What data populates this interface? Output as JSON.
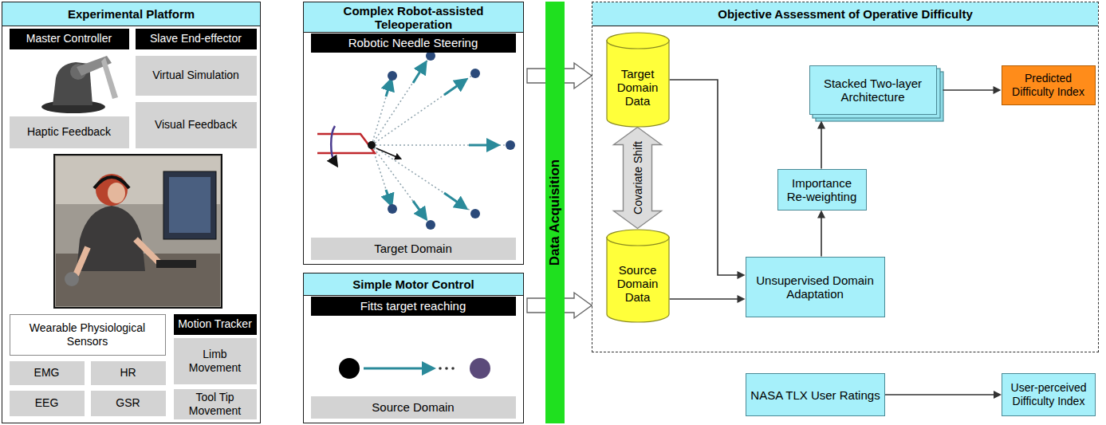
{
  "diagram": {
    "nodes": [
      {
        "text": [
          "Experimental Platform"
        ]
      },
      {
        "text": [
          "Master Controller"
        ],
        "in": 0
      },
      {
        "text": [
          "Slave End-effector"
        ],
        "in": 0
      },
      {
        "text": [
          "Haptic Feedback"
        ],
        "in": 0
      },
      {
        "text": [
          "Virtual Simulation"
        ],
        "in": 0
      },
      {
        "text": [
          "Visual Feedback"
        ],
        "in": 0
      },
      {
        "text": [
          "Wearable Physiological Sensors"
        ],
        "in": 0
      },
      {
        "text": [
          "Motion Tracker"
        ],
        "in": 0
      },
      {
        "text": [
          "EMG"
        ],
        "in": 0
      },
      {
        "text": [
          "HR"
        ],
        "in": 0
      },
      {
        "text": [
          "Limb Movement"
        ],
        "in": 0
      },
      {
        "text": [
          "EEG"
        ],
        "in": 0
      },
      {
        "text": [
          "GSR"
        ],
        "in": 0
      },
      {
        "text": [
          "Tool Tip Movement"
        ],
        "in": 0
      },
      {
        "text": [
          "Complex Robot-assisted Teleoperation"
        ]
      },
      {
        "text": [
          "Robotic Needle Steering"
        ],
        "in": 14
      },
      {
        "text": [
          "Target Domain"
        ],
        "in": 14
      },
      {
        "text": [
          "Simple Motor Control"
        ]
      },
      {
        "text": [
          "Fitts target reaching"
        ],
        "in": 17
      },
      {
        "text": [
          "Source Domain"
        ],
        "in": 17
      },
      {
        "text": [
          "Data Acquisition"
        ]
      },
      {
        "text": [
          "Objective Assessment of Operative Difficulty"
        ]
      },
      {
        "text": [
          "Target Domain Data"
        ],
        "in": 21
      },
      {
        "text": [
          "Stacked Two-layer Architecture"
        ],
        "in": 21
      },
      {
        "text": [
          "Predicted Difficulty Index"
        ],
        "in": 21
      },
      {
        "text": [
          "Importance Re-weighting"
        ],
        "in": 21
      },
      {
        "text": [
          "Source Domain Data"
        ],
        "in": 21
      },
      {
        "text": [
          "Unsupervised Domain Adaptation"
        ],
        "in": 21
      },
      {
        "text": [
          "NASA TLX User Ratings"
        ]
      },
      {
        "text": [
          "User-perceived Difficulty Index"
        ]
      }
    ],
    "edges": [
      {
        "from": 14,
        "to": 21,
        "arrow": "to"
      },
      {
        "from": 17,
        "to": 21,
        "arrow": "to"
      },
      {
        "from": 22,
        "to": 26,
        "label": "Covariate Shift",
        "arrow": "both"
      },
      {
        "from": 22,
        "to": 27,
        "arrow": "to"
      },
      {
        "from": 26,
        "to": 27,
        "arrow": "to"
      },
      {
        "from": 27,
        "to": 25,
        "arrow": "to"
      },
      {
        "from": 25,
        "to": 23,
        "arrow": "to"
      },
      {
        "from": 23,
        "to": 24,
        "arrow": "to"
      },
      {
        "from": 28,
        "to": 29,
        "arrow": "to"
      }
    ]
  }
}
